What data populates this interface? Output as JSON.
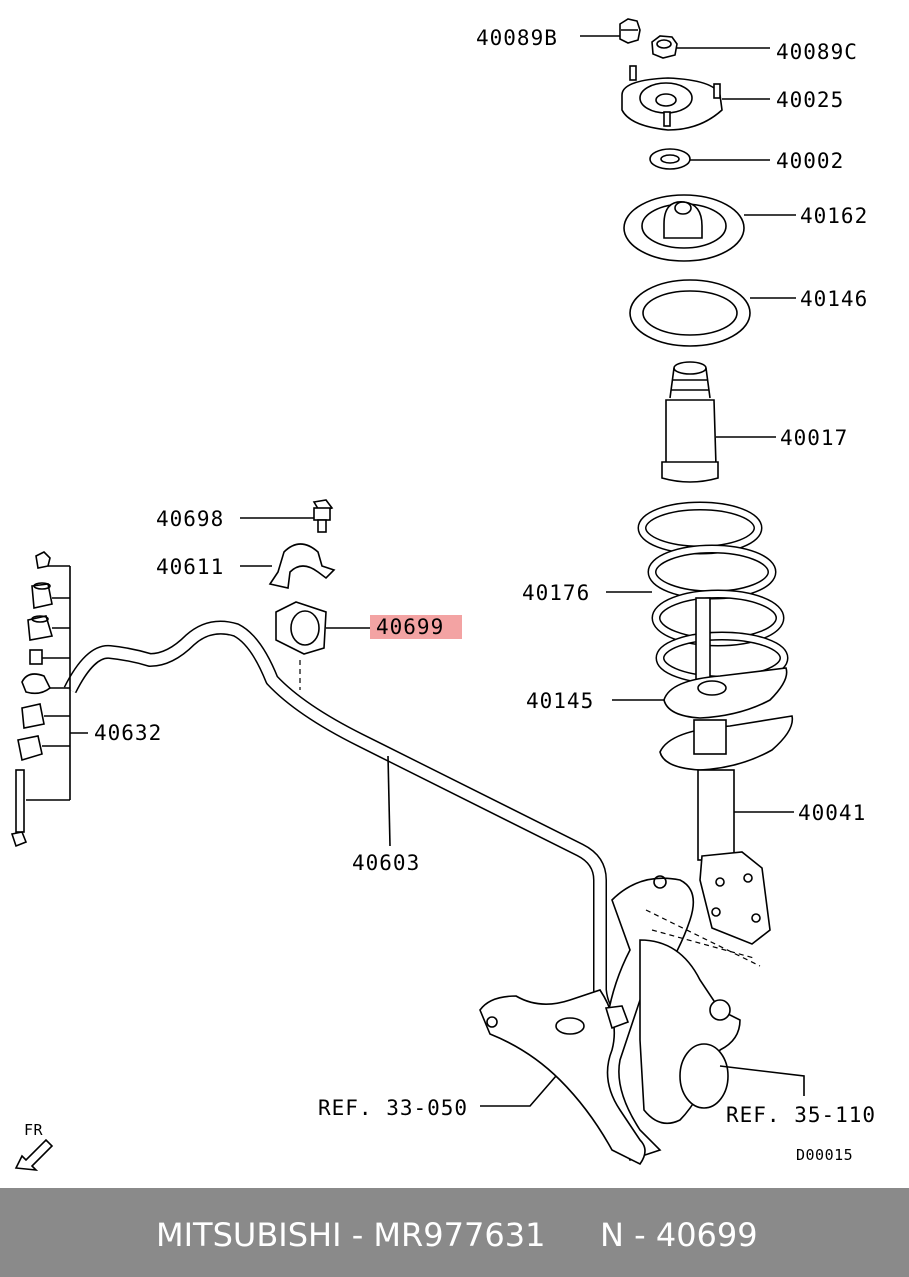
{
  "labels": {
    "p40089b": "40089B",
    "p40089c": "40089C",
    "p40025": "40025",
    "p40002": "40002",
    "p40162": "40162",
    "p40146": "40146",
    "p40017": "40017",
    "p40698": "40698",
    "p40611": "40611",
    "p40176": "40176",
    "p40699": "40699",
    "p40145": "40145",
    "p40632": "40632",
    "p40041": "40041",
    "p40603": "40603",
    "ref33": "REF. 33-050",
    "ref35": "REF. 35-110",
    "fr": "FR",
    "code": "D00015"
  },
  "footer": {
    "brand_part": "MITSUBISHI - MR977631",
    "ref_number": "N - 40699"
  },
  "highlight_color": "#f3a3a3",
  "footer_color": "#8a8a8a"
}
